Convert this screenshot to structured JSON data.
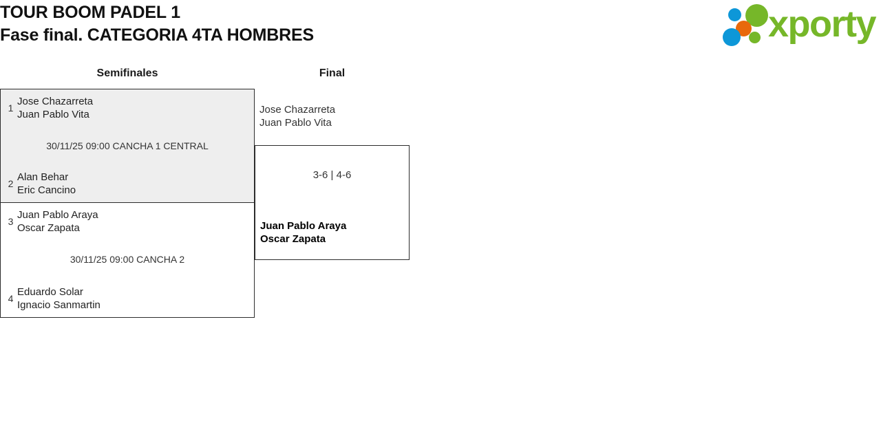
{
  "header": {
    "title_line1": "TOUR BOOM PADEL 1",
    "title_line2": "Fase final. CATEGORIA 4TA HOMBRES",
    "logo": {
      "wordmark": "xporty",
      "green": "#76b729",
      "blue": "#0d97d8",
      "orange": "#e8690b"
    }
  },
  "rounds": [
    {
      "label": "Semifinales"
    },
    {
      "label": "Final"
    }
  ],
  "semifinals": [
    {
      "info": "30/11/25 09:00 CANCHA 1 CENTRAL",
      "top": {
        "seed": "1",
        "player1": "Jose Chazarreta",
        "player2": "Juan Pablo Vita"
      },
      "bottom": {
        "seed": "2",
        "player1": "Alan Behar",
        "player2": "Eric Cancino"
      }
    },
    {
      "info": "30/11/25 09:00 CANCHA 2",
      "top": {
        "seed": "3",
        "player1": "Juan Pablo Araya",
        "player2": "Oscar Zapata"
      },
      "bottom": {
        "seed": "4",
        "player1": "Eduardo Solar",
        "player2": "Ignacio Sanmartin"
      }
    }
  ],
  "final": {
    "score": "3-6 | 4-6",
    "finalist": {
      "player1": "Jose Chazarreta",
      "player2": "Juan Pablo Vita"
    },
    "winner": {
      "player1": "Juan Pablo Araya",
      "player2": "Oscar Zapata"
    }
  }
}
